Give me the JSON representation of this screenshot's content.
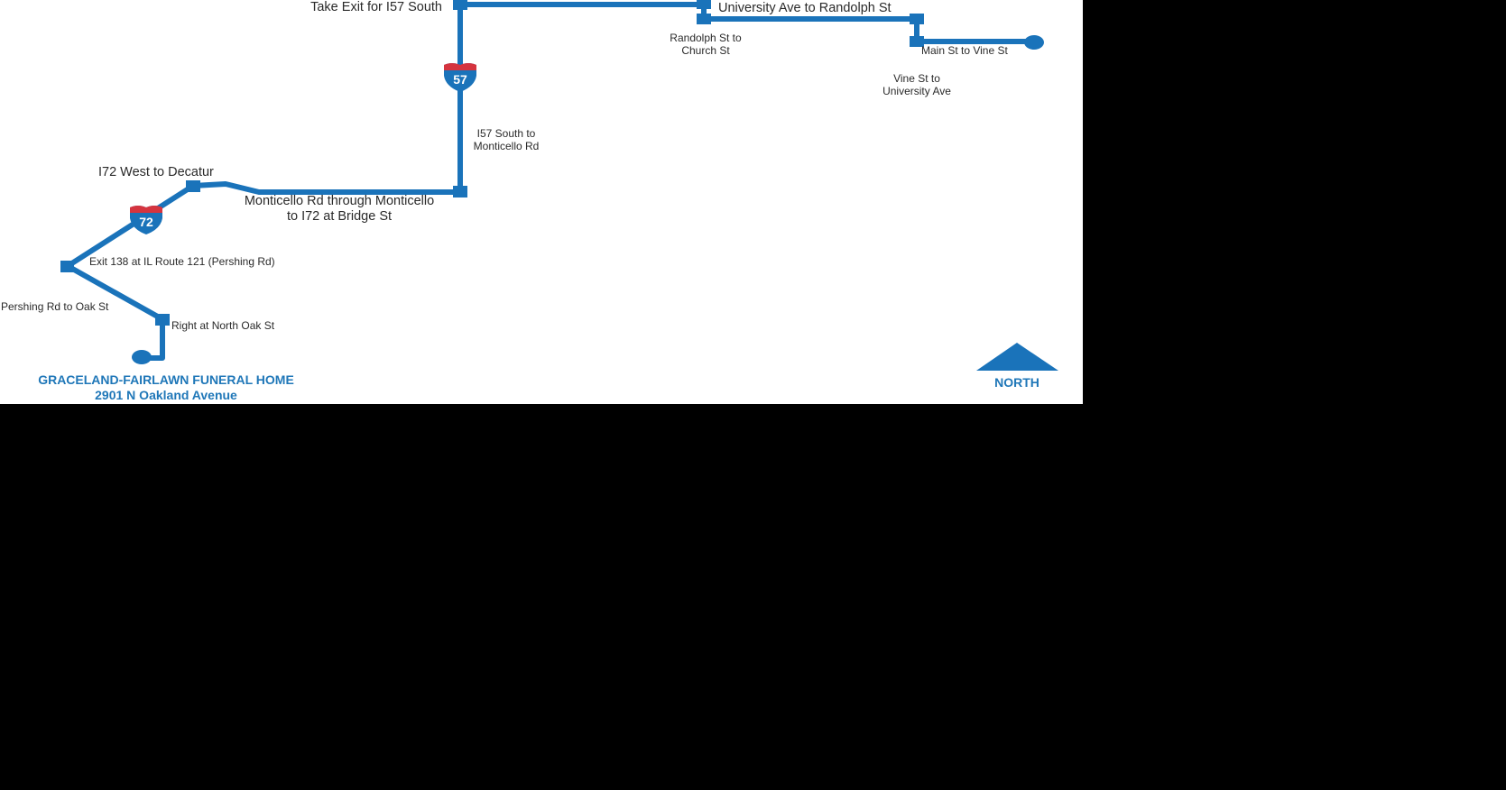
{
  "colors": {
    "route": "#1a73ba",
    "shield_red": "#d5343f",
    "text": "#2a2a2a",
    "background": "#ffffff"
  },
  "shields": [
    {
      "number": "57"
    },
    {
      "number": "72"
    }
  ],
  "labels": {
    "take_exit": "Take Exit for I57 South",
    "university_randolph": "University Ave to Randolph St",
    "randolph_church_1": "Randolph St to",
    "randolph_church_2": "Church St",
    "main_vine": "Main St to Vine St",
    "vine_university_1": "Vine St to",
    "vine_university_2": "University Ave",
    "i57_south_1": "I57 South to",
    "i57_south_2": "Monticello Rd",
    "i72_west": "I72 West to Decatur",
    "monticello_1": "Monticello Rd through Monticello",
    "monticello_2": "to I72 at Bridge St",
    "exit138": "Exit 138 at IL Route 121 (Pershing Rd)",
    "pershing_oak": "Pershing Rd to Oak St",
    "right_oak": "Right at North Oak St"
  },
  "destination": {
    "name": "GRACELAND-FAIRLAWN FUNERAL HOME",
    "address": "2901 N Oakland Avenue"
  },
  "compass": {
    "label": "NORTH",
    "icon": "north-arrow-icon"
  }
}
